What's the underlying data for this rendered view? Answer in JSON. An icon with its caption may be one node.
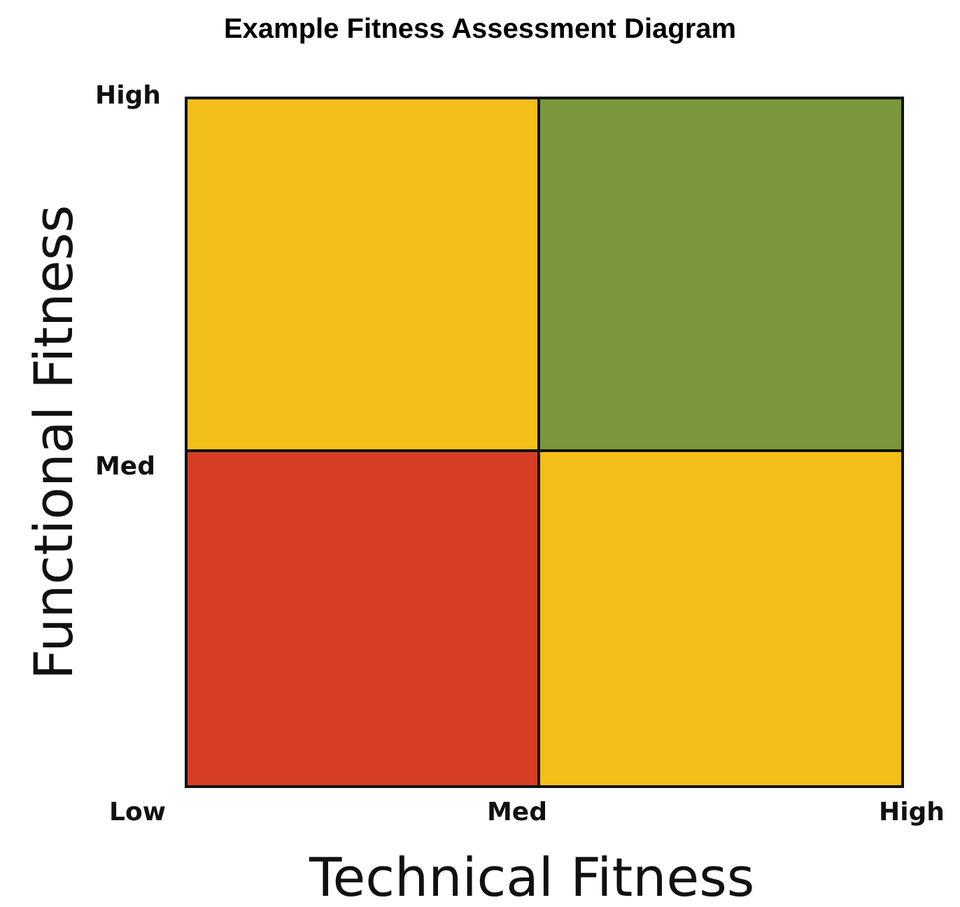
{
  "diagram": {
    "title": "Example Fitness Assessment Diagram",
    "labels": [
      "High",
      "Functional Fitness",
      "Med",
      "Low",
      "Med",
      "High",
      "Technical Fitness"
    ]
  }
}
